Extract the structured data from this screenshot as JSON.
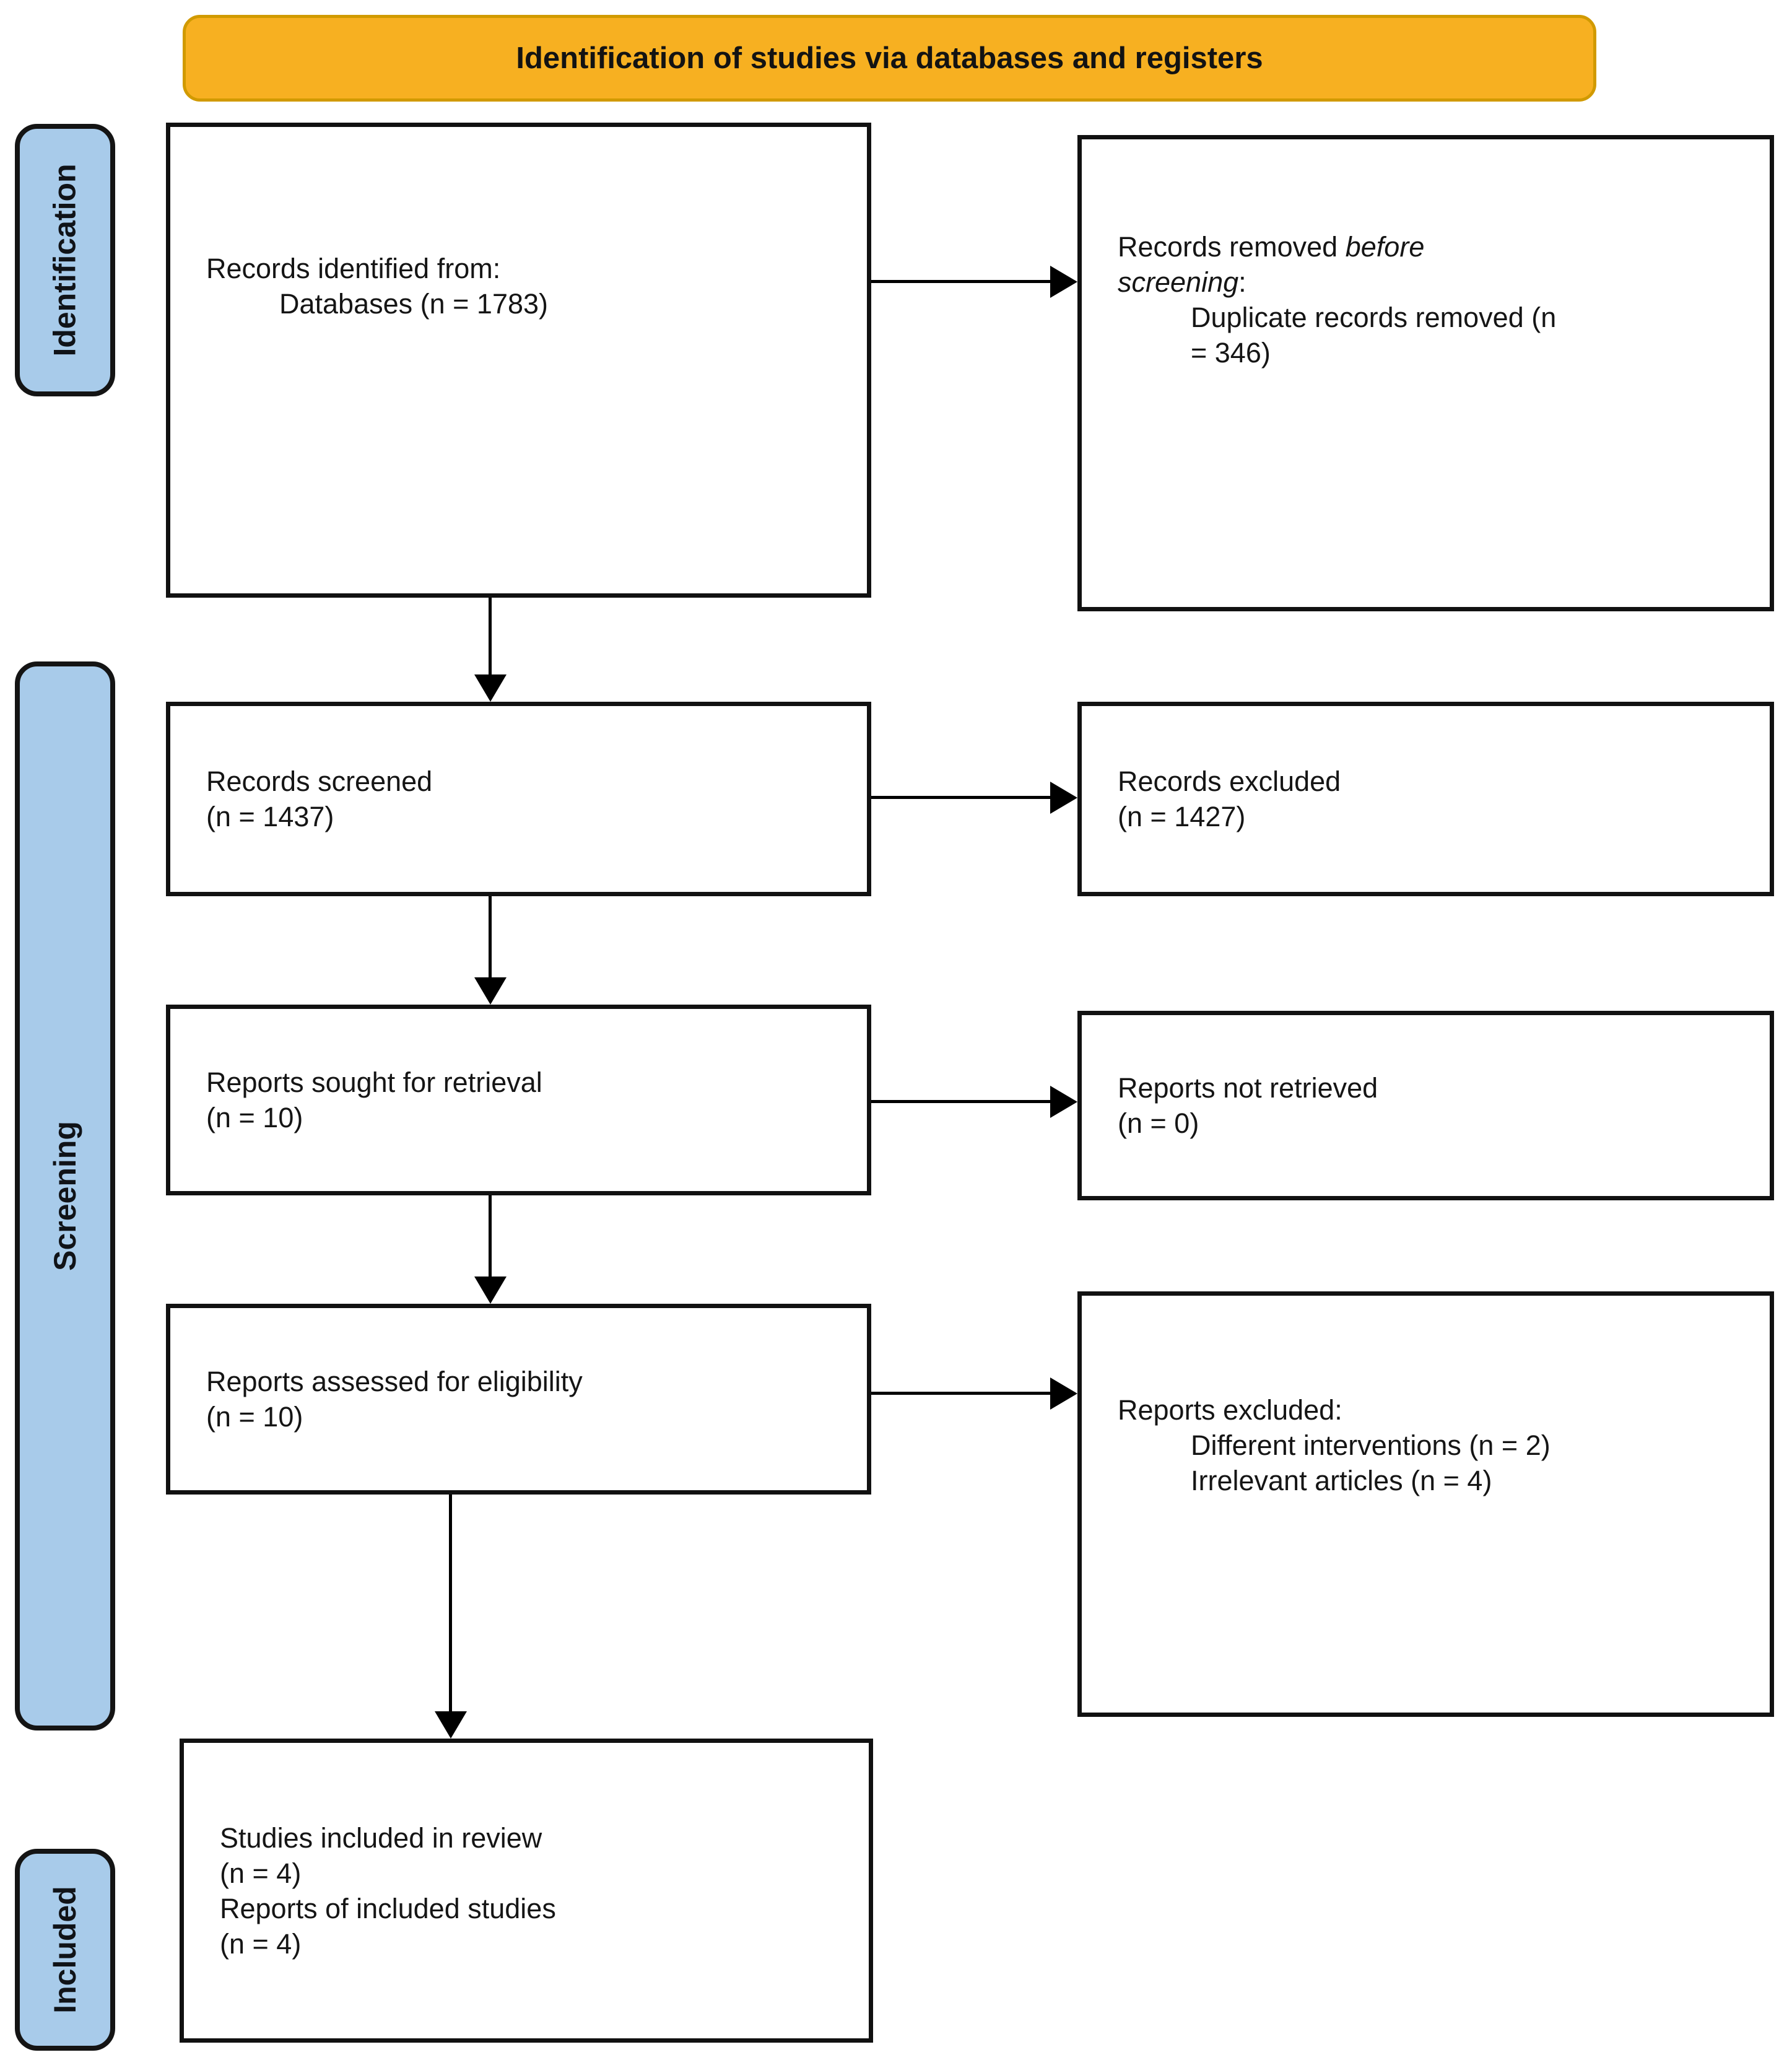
{
  "banner": {
    "title": "Identification of studies via databases and registers",
    "bg_color": "#F7B021",
    "border_color": "#D19A00"
  },
  "stage_labels": {
    "bg_color": "#A8CBEA",
    "identification": "Identification",
    "screening": "Screening",
    "included": "Included"
  },
  "flow": {
    "records_identified": {
      "title": "Records identified from:",
      "detail": "Databases (n = 1783)"
    },
    "records_removed": {
      "lead": "Records removed",
      "italic_word_1": "before",
      "italic_word_2": "screening",
      "colon": ":",
      "detail_line_1": "Duplicate records removed (n",
      "detail_line_2": "= 346)"
    },
    "records_screened": {
      "title": "Records screened",
      "count": "(n = 1437)"
    },
    "records_excluded": {
      "title": "Records excluded",
      "count": "(n = 1427)"
    },
    "reports_sought": {
      "title": "Reports sought for retrieval",
      "count": "(n = 10)"
    },
    "reports_not_retrieved": {
      "title": "Reports not retrieved",
      "count": "(n = 0)"
    },
    "reports_assessed": {
      "title": "Reports assessed for eligibility",
      "count": "(n = 10)"
    },
    "reports_excluded": {
      "title": "Reports excluded:",
      "reason_1": "Different interventions (n = 2)",
      "reason_2": "Irrelevant articles (n = 4)"
    },
    "studies_included": {
      "line_1": "Studies included in review",
      "line_2": "(n = 4)",
      "line_3": "Reports of included studies",
      "line_4": "(n = 4)"
    }
  }
}
